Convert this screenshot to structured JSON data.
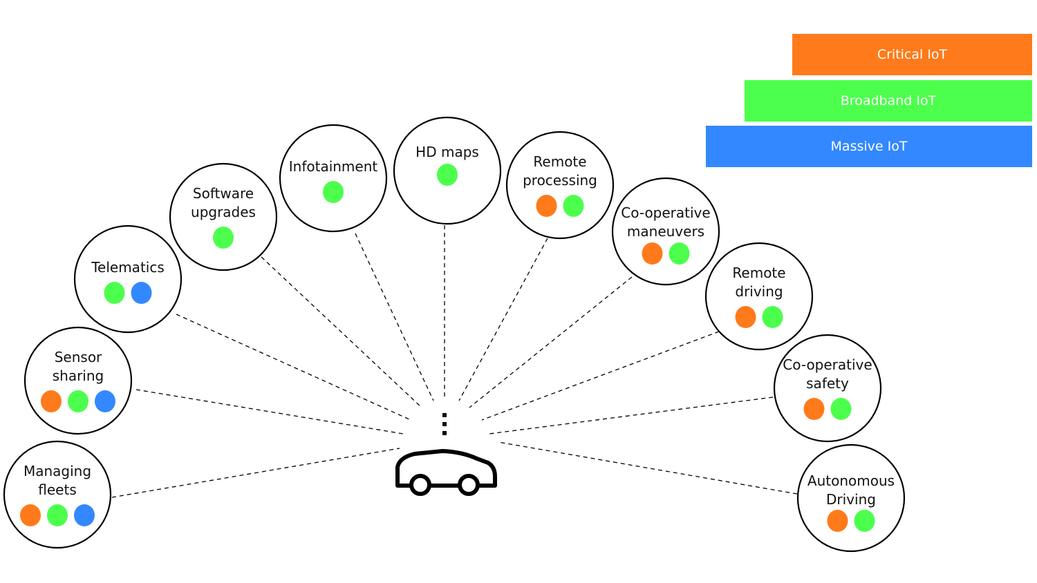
{
  "colors": {
    "critical": "#FF7A1A",
    "broadband": "#4CFF4C",
    "massive": "#3388FF"
  },
  "legend": [
    {
      "key": "critical",
      "label": "Critical IoT"
    },
    {
      "key": "broadband",
      "label": "Broadband IoT"
    },
    {
      "key": "massive",
      "label": "Massive IoT"
    }
  ],
  "center": {
    "icon": "car-icon"
  },
  "use_cases": [
    {
      "id": "managing-fleets",
      "lines": [
        "Managing",
        "fleets"
      ],
      "categories": [
        "critical",
        "broadband",
        "massive"
      ]
    },
    {
      "id": "sensor-sharing",
      "lines": [
        "Sensor",
        "sharing"
      ],
      "categories": [
        "critical",
        "broadband",
        "massive"
      ]
    },
    {
      "id": "telematics",
      "lines": [
        "Telematics"
      ],
      "categories": [
        "broadband",
        "massive"
      ]
    },
    {
      "id": "software-upgrades",
      "lines": [
        "Software",
        "upgrades"
      ],
      "categories": [
        "broadband"
      ]
    },
    {
      "id": "infotainment",
      "lines": [
        "Infotainment"
      ],
      "categories": [
        "broadband"
      ]
    },
    {
      "id": "hd-maps",
      "lines": [
        "HD maps"
      ],
      "categories": [
        "broadband"
      ]
    },
    {
      "id": "remote-processing",
      "lines": [
        "Remote",
        "processing"
      ],
      "categories": [
        "critical",
        "broadband"
      ]
    },
    {
      "id": "co-operative-maneuvers",
      "lines": [
        "Co-operative",
        "maneuvers"
      ],
      "categories": [
        "critical",
        "broadband"
      ]
    },
    {
      "id": "remote-driving",
      "lines": [
        "Remote",
        "driving"
      ],
      "categories": [
        "critical",
        "broadband"
      ]
    },
    {
      "id": "co-operative-safety",
      "lines": [
        "Co-operative",
        "safety"
      ],
      "categories": [
        "critical",
        "broadband"
      ]
    },
    {
      "id": "autonomous-driving",
      "lines": [
        "Autonomous",
        "Driving"
      ],
      "categories": [
        "critical",
        "broadband"
      ]
    }
  ]
}
